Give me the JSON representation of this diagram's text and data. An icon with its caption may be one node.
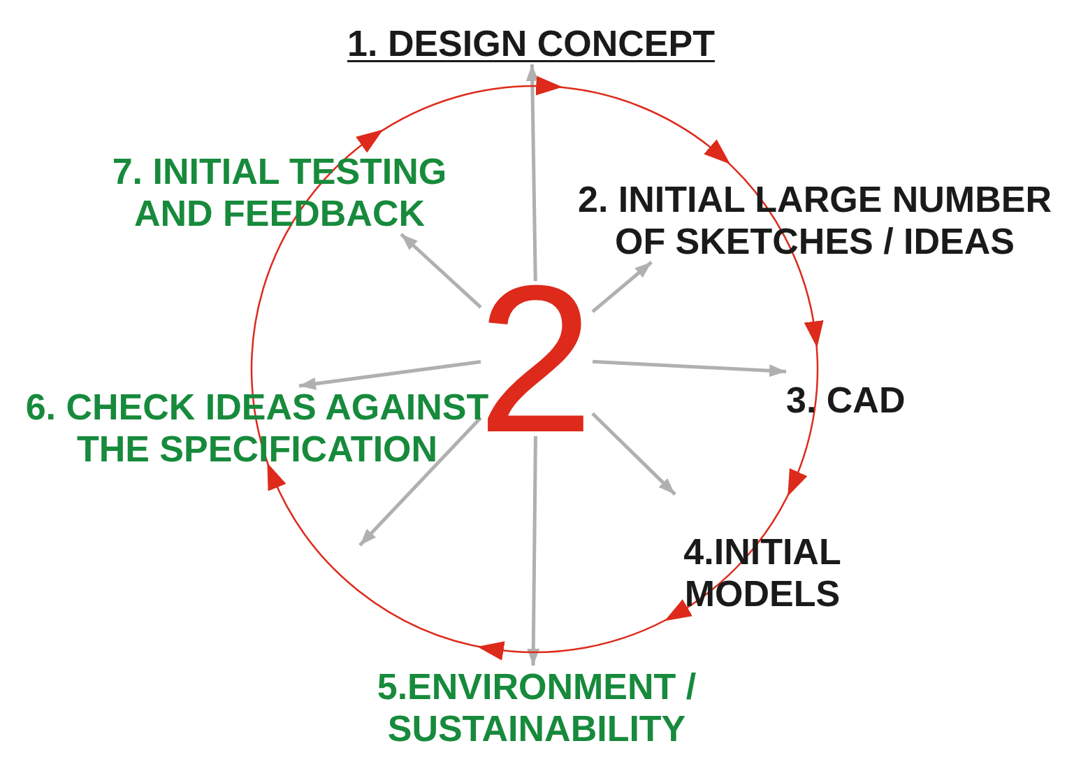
{
  "diagram": {
    "nodes": [
      {
        "text": [
          "2"
        ]
      },
      {
        "text": [
          "1. DESIGN CONCEPT"
        ]
      },
      {
        "text": [
          "2. INITIAL LARGE NUMBER OF SKETCHES / IDEAS"
        ]
      },
      {
        "text": [
          "3. CAD"
        ]
      },
      {
        "text": [
          "4.INITIAL MODELS"
        ]
      },
      {
        "text": [
          "5.ENVIRONMENT / SUSTAINABILITY"
        ]
      },
      {
        "text": [
          "6. CHECK IDEAS AGAINST THE SPECIFICATION"
        ]
      },
      {
        "text": [
          "7. INITIAL TESTING AND FEEDBACK"
        ]
      }
    ],
    "edges": [
      {
        "from": 0,
        "to": 1,
        "arrow": "to"
      },
      {
        "from": 0,
        "to": 2,
        "arrow": "to"
      },
      {
        "from": 0,
        "to": 3,
        "arrow": "to"
      },
      {
        "from": 0,
        "to": 4,
        "arrow": "to"
      },
      {
        "from": 0,
        "to": 5,
        "arrow": "to"
      },
      {
        "from": 0,
        "to": null,
        "arrow": "to"
      },
      {
        "from": 0,
        "to": 6,
        "arrow": "to"
      },
      {
        "from": 0,
        "to": 7,
        "arrow": "to"
      },
      {
        "from": 1,
        "to": 2,
        "arrow": "to",
        "color": "#dd2a1b"
      },
      {
        "from": 2,
        "to": 3,
        "arrow": "to",
        "color": "#dd2a1b"
      },
      {
        "from": 3,
        "to": 4,
        "arrow": "to",
        "color": "#dd2a1b"
      },
      {
        "from": 4,
        "to": 5,
        "arrow": "to",
        "color": "#dd2a1b"
      },
      {
        "from": 5,
        "to": 6,
        "arrow": "to",
        "color": "#dd2a1b"
      },
      {
        "from": 6,
        "to": 7,
        "arrow": "to",
        "color": "#dd2a1b"
      },
      {
        "from": 7,
        "to": 1,
        "arrow": "to",
        "color": "#dd2a1b"
      }
    ]
  }
}
